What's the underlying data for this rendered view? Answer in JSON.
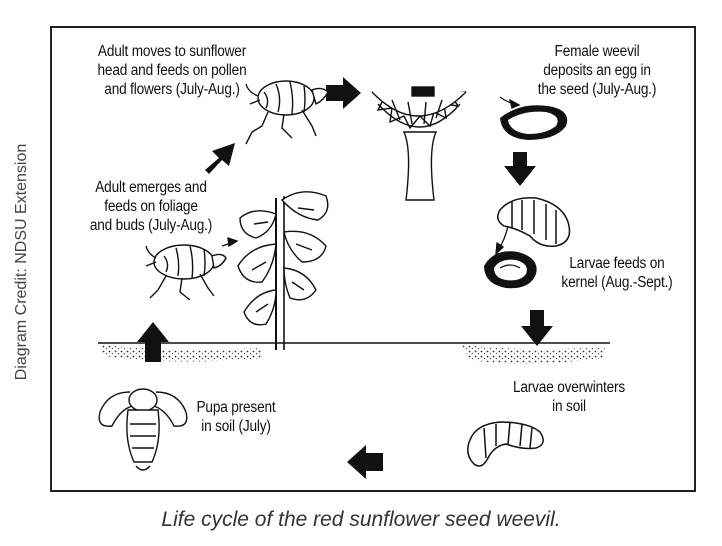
{
  "credit": "Diagram Credit: NDSU Extension",
  "caption": "Life cycle of the red sunflower seed weevil.",
  "stages": {
    "adult_head": [
      "Adult moves to sunflower",
      "head and feeds on pollen",
      "and flowers (July-Aug.)"
    ],
    "female": [
      "Female weevil",
      "deposits an egg in",
      "the seed (July-Aug.)"
    ],
    "larvae_kernel": [
      "Larvae feeds on",
      "kernel (Aug.-Sept.)"
    ],
    "overwinter": [
      "Larvae overwinters",
      "in soil"
    ],
    "pupa": [
      "Pupa present",
      "in soil (July)"
    ],
    "emerge": [
      "Adult emerges and",
      "feeds on foliage",
      "and buds (July-Aug.)"
    ]
  }
}
